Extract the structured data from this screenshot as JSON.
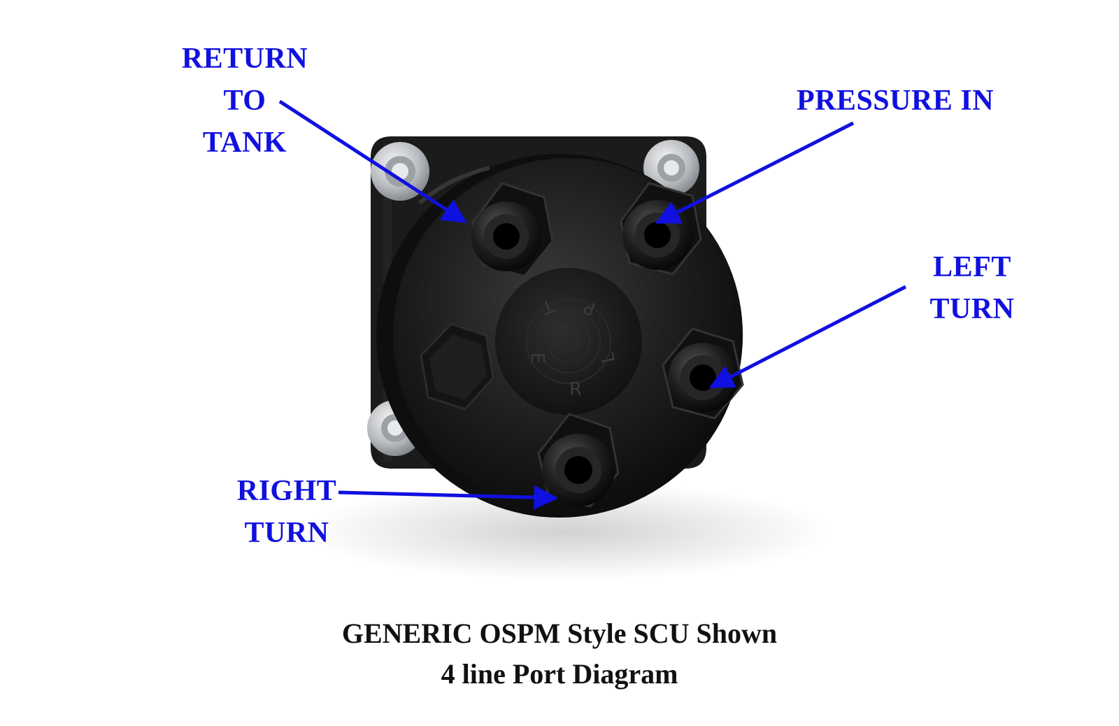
{
  "labels": {
    "return_to_tank": [
      "RETURN",
      "TO",
      "TANK"
    ],
    "pressure_in": [
      "PRESSURE IN"
    ],
    "left_turn": [
      "LEFT",
      "TURN"
    ],
    "right_turn": [
      "RIGHT",
      "TURN"
    ]
  },
  "body_letters": {
    "top": "T",
    "top_right": "P",
    "right": "L",
    "bottom": "R",
    "left": "E"
  },
  "caption": {
    "line1": "GENERIC OSPM Style SCU Shown",
    "line2": "4 line Port Diagram"
  },
  "colors": {
    "label": "#1010e0",
    "arrow": "#1010e0",
    "caption": "#111111",
    "body": "#1a1a1a"
  }
}
